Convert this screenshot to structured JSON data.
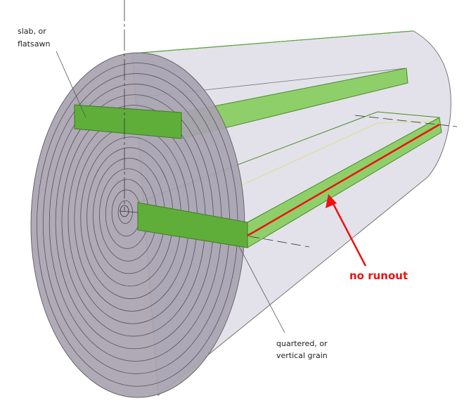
{
  "labels": {
    "slab_line1": "slab, or",
    "slab_line2": "flatsawn",
    "quartered_line1": "quartered, or",
    "quartered_line2": "vertical grain",
    "runout": "no runout"
  },
  "colors": {
    "log_body": "#e3e2ea",
    "end_face": "#a8a3b0",
    "board": "#6fbf4a",
    "runout_line": "#ee1111"
  }
}
